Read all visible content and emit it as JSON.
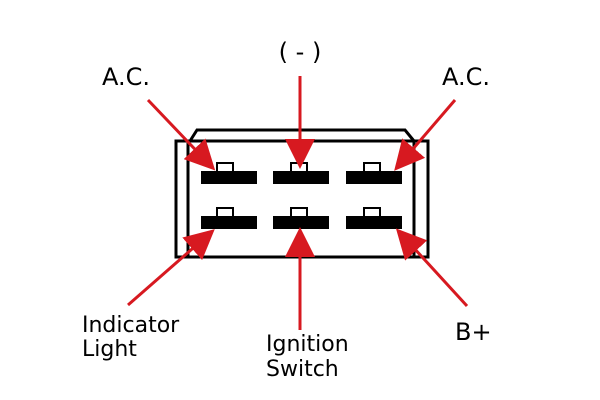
{
  "diagram": {
    "labels": {
      "top_left": "A.C.",
      "top_center": "( - )",
      "top_right": "A.C.",
      "bottom_left_line1": "Indicator",
      "bottom_left_line2": "Light",
      "bottom_center_line1": "Ignition",
      "bottom_center_line2": "Switch",
      "bottom_right": "B+"
    },
    "colors": {
      "arrow": "#d71920",
      "outline": "#000000",
      "pin": "#000000",
      "background": "#ffffff"
    }
  }
}
